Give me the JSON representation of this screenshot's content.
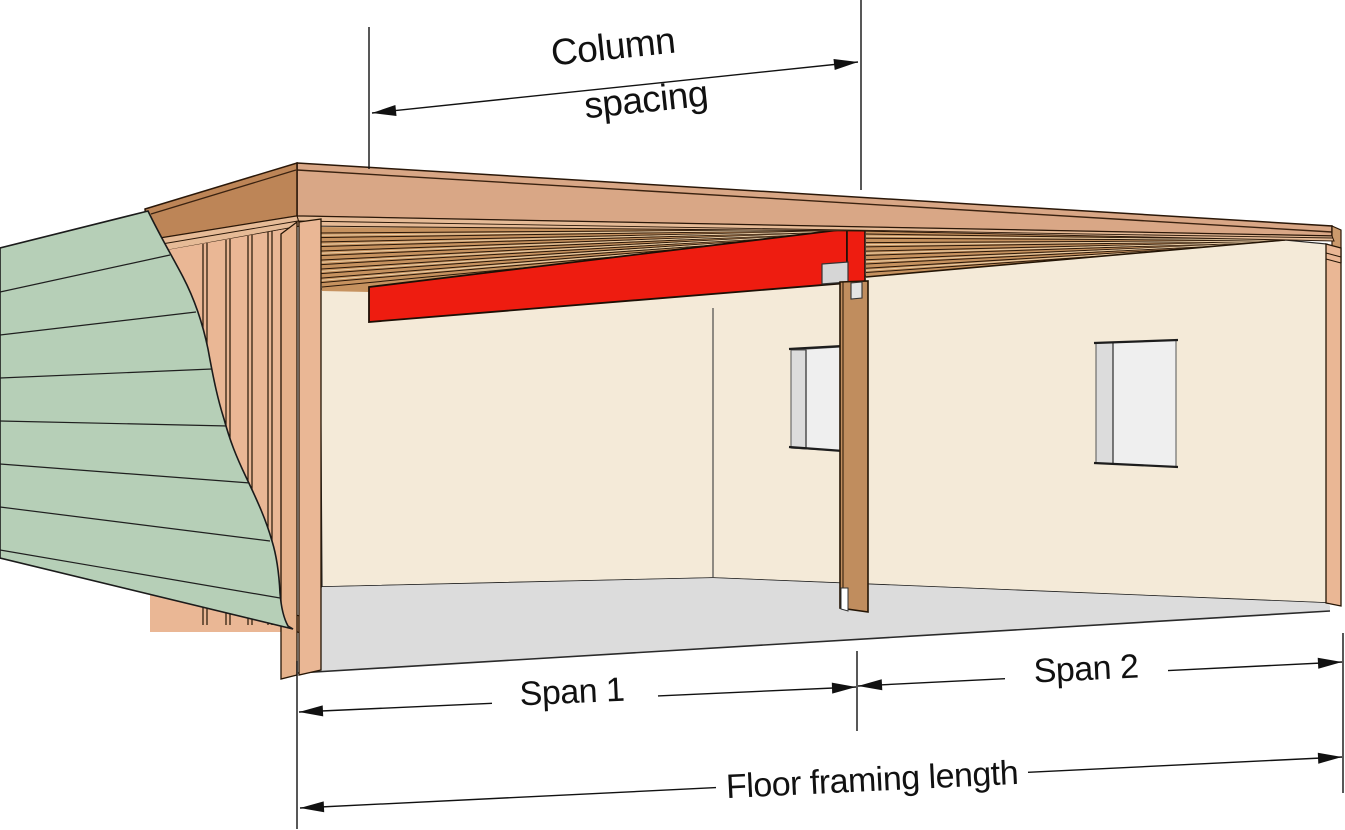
{
  "diagram": {
    "title": "Floor framing cutaway with girder beam, support column and dimension lines",
    "labels": {
      "column_spacing_line1": "Column",
      "column_spacing_line2": "spacing",
      "span1": "Span 1",
      "span2": "Span 2",
      "floor_framing_length": "Floor framing length"
    },
    "colors": {
      "background": "#ffffff",
      "beam_highlight": "#ee1c10",
      "siding_green": "#b6cfb7",
      "wall_cream": "#f4ead8",
      "floor_gray": "#dcdcdc",
      "fascia_tan": "#d9a786",
      "fascia_side_brown": "#bd8557",
      "band_tan": "#e6bb97",
      "joist_wood": "#c6925f",
      "stud_tan": "#eab795",
      "column_tan": "#c08d5e",
      "window_gray": "#efefef",
      "window_jamb_gray": "#dcdcdc",
      "cap_gray": "#d6d6d6",
      "line_color": "#111111"
    }
  }
}
